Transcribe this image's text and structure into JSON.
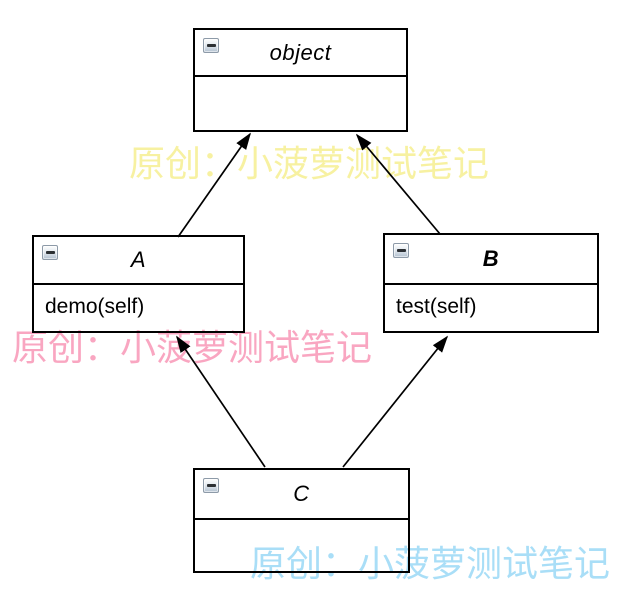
{
  "classes": [
    {
      "title": "object",
      "methods": []
    },
    {
      "title": "A",
      "methods": [
        "demo(self)"
      ]
    },
    {
      "title": "B",
      "methods": [
        "test(self)"
      ]
    },
    {
      "title": "C",
      "methods": []
    }
  ],
  "relations": [
    {
      "from": "A",
      "to": "object",
      "type": "inheritance"
    },
    {
      "from": "B",
      "to": "object",
      "type": "inheritance"
    },
    {
      "from": "C",
      "to": "A",
      "type": "inheritance"
    },
    {
      "from": "C",
      "to": "B",
      "type": "inheritance"
    }
  ],
  "icons": {
    "collapse": "minus-icon"
  },
  "watermarks": [
    {
      "text": "原创：小菠萝测试笔记",
      "color": "#f7f1a1"
    },
    {
      "text": "原创：小菠萝测试笔记",
      "color": "#f9a6c1"
    },
    {
      "text": "原创：小菠萝测试笔记",
      "color": "#a9def7"
    }
  ],
  "colors": {
    "background": "#ffffff",
    "box_fill": "#ffffff",
    "box_border": "#000000",
    "arrow": "#000000"
  }
}
